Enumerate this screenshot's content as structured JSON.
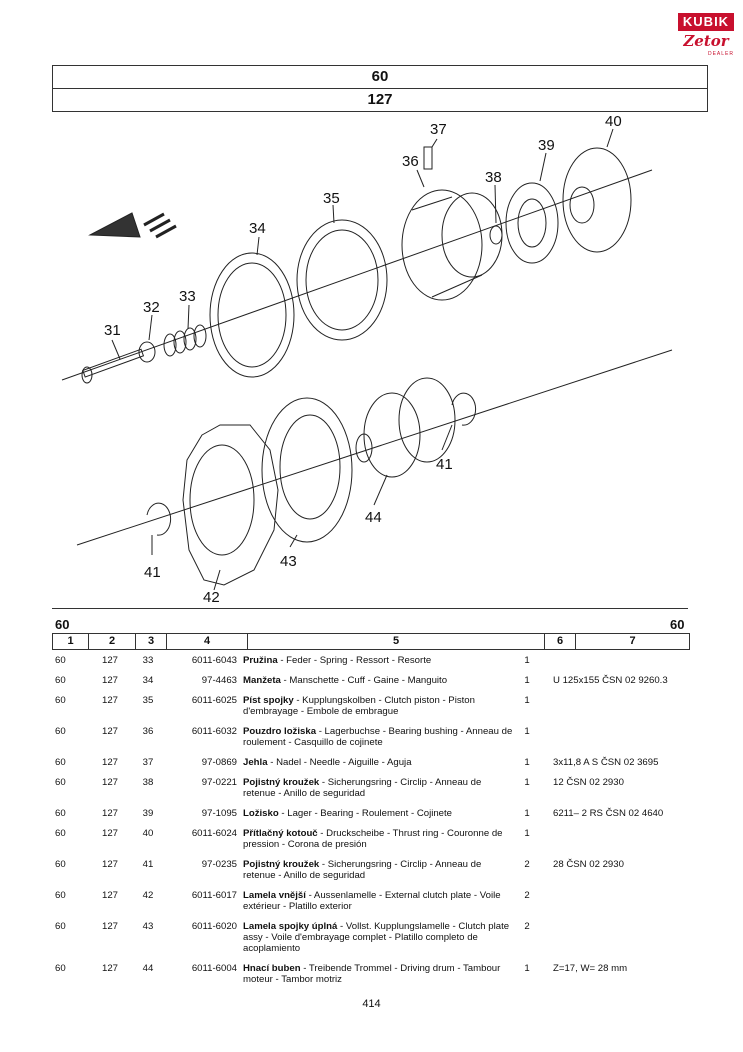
{
  "logo": {
    "brand": "KUBIK",
    "sub": "Zetor",
    "dealer": "DEALER"
  },
  "header": {
    "group": "60",
    "page_group": "127"
  },
  "diagram": {
    "labels": [
      "31",
      "32",
      "33",
      "34",
      "35",
      "36",
      "37",
      "38",
      "39",
      "40",
      "41",
      "41",
      "42",
      "43",
      "44"
    ]
  },
  "table": {
    "section_left": "60",
    "section_right": "60",
    "columns": [
      "1",
      "2",
      "3",
      "4",
      "5",
      "6",
      "7"
    ],
    "rows": [
      {
        "c1": "60",
        "c2": "127",
        "c3": "33",
        "c4": "6011-6043",
        "name": "Pružina",
        "desc": " - Feder - Spring - Ressort - Resorte",
        "qty": "1",
        "note": ""
      },
      {
        "c1": "60",
        "c2": "127",
        "c3": "34",
        "c4": "97-4463",
        "name": "Manžeta",
        "desc": " - Manschette - Cuff - Gaine - Manguito",
        "qty": "1",
        "note": "U 125x155 ČSN 02 9260.3"
      },
      {
        "c1": "60",
        "c2": "127",
        "c3": "35",
        "c4": "6011-6025",
        "name": "Píst spojky",
        "desc": " - Kupplungskolben - Clutch piston - Piston d'embrayage - Embole de embrague",
        "qty": "1",
        "note": ""
      },
      {
        "c1": "60",
        "c2": "127",
        "c3": "36",
        "c4": "6011-6032",
        "name": "Pouzdro ložiska",
        "desc": " - Lagerbuchse - Bearing bushing - Anneau de roulement - Casquillo de cojinete",
        "qty": "1",
        "note": ""
      },
      {
        "c1": "60",
        "c2": "127",
        "c3": "37",
        "c4": "97-0869",
        "name": "Jehla",
        "desc": " - Nadel - Needle - Aiguille - Aguja",
        "qty": "1",
        "note": "3x11,8 A S ČSN 02 3695"
      },
      {
        "c1": "60",
        "c2": "127",
        "c3": "38",
        "c4": "97-0221",
        "name": "Pojistný kroužek",
        "desc": " - Sicherungsring - Circlip - Anneau de retenue - Anillo de seguridad",
        "qty": "1",
        "note": "12 ČSN 02 2930"
      },
      {
        "c1": "60",
        "c2": "127",
        "c3": "39",
        "c4": "97-1095",
        "name": "Ložisko",
        "desc": " - Lager - Bearing - Roulement - Cojinete",
        "qty": "1",
        "note": "6211– 2 RS ČSN 02 4640"
      },
      {
        "c1": "60",
        "c2": "127",
        "c3": "40",
        "c4": "6011-6024",
        "name": "Přítlačný kotouč",
        "desc": " - Druckscheibe - Thrust ring - Couronne de pression - Corona de presión",
        "qty": "1",
        "note": ""
      },
      {
        "c1": "60",
        "c2": "127",
        "c3": "41",
        "c4": "97-0235",
        "name": "Pojistný kroužek",
        "desc": " - Sicherungsring - Circlip - Anneau de retenue - Anillo de seguridad",
        "qty": "2",
        "note": "28 ČSN 02 2930"
      },
      {
        "c1": "60",
        "c2": "127",
        "c3": "42",
        "c4": "6011-6017",
        "name": "Lamela vnější",
        "desc": " - Aussenlamelle - External clutch plate - Voile extérieur - Platillo exterior",
        "qty": "2",
        "note": ""
      },
      {
        "c1": "60",
        "c2": "127",
        "c3": "43",
        "c4": "6011-6020",
        "name": "Lamela spojky úplná",
        "desc": " - Vollst. Kupplungslamelle - Clutch plate assy - Voile d'embrayage complet - Platillo completo de acoplamiento",
        "qty": "2",
        "note": ""
      },
      {
        "c1": "60",
        "c2": "127",
        "c3": "44",
        "c4": "6011-6004",
        "name": "Hnací buben",
        "desc": " - Treibende Trommel - Driving drum - Tambour moteur - Tambor motriz",
        "qty": "1",
        "note": "Z=17, W= 28 mm"
      }
    ]
  },
  "page_number": "414"
}
